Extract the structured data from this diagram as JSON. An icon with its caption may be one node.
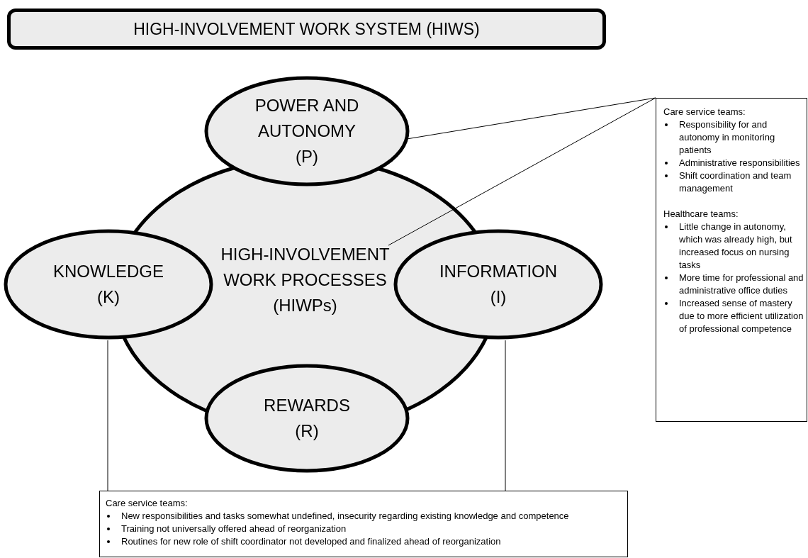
{
  "diagram": {
    "nodes": [
      {
        "text": [
          "HIGH-INVOLVEMENT WORK SYSTEM (HIWS)"
        ]
      },
      {
        "text": [
          "HIGH-INVOLVEMENT WORK PROCESSES (HIWPs)"
        ]
      },
      {
        "text": [
          "POWER AND AUTONOMY (P)"
        ]
      },
      {
        "text": [
          "KNOWLEDGE (K)"
        ]
      },
      {
        "text": [
          "INFORMATION (I)"
        ]
      },
      {
        "text": [
          "REWARDS (R)"
        ]
      },
      {
        "text": [
          "Care service teams:",
          "Responsibility for and autonomy in monitoring patients",
          "Administrative responsibilities",
          "Shift coordination and team management",
          "Healthcare teams:",
          "Little change in autonomy, which was already high, but increased focus on nursing tasks",
          "More time for professional and administrative office duties",
          "Increased sense of mastery due to more efficient utilization of professional competence"
        ]
      },
      {
        "text": [
          "Care service teams:",
          "New responsibilities and tasks somewhat undefined, insecurity regarding existing knowledge and competence",
          "Training not universally offered ahead of reorganization",
          "Routines for new role of shift coordinator not developed and finalized ahead of reorganization"
        ]
      }
    ],
    "edges": [
      {
        "from": 6,
        "to": 2,
        "arrow": "none"
      },
      {
        "from": 6,
        "to": 1,
        "arrow": "none"
      },
      {
        "from": 3,
        "to": 7,
        "arrow": "none"
      },
      {
        "from": 4,
        "to": 7,
        "arrow": "none"
      }
    ]
  }
}
